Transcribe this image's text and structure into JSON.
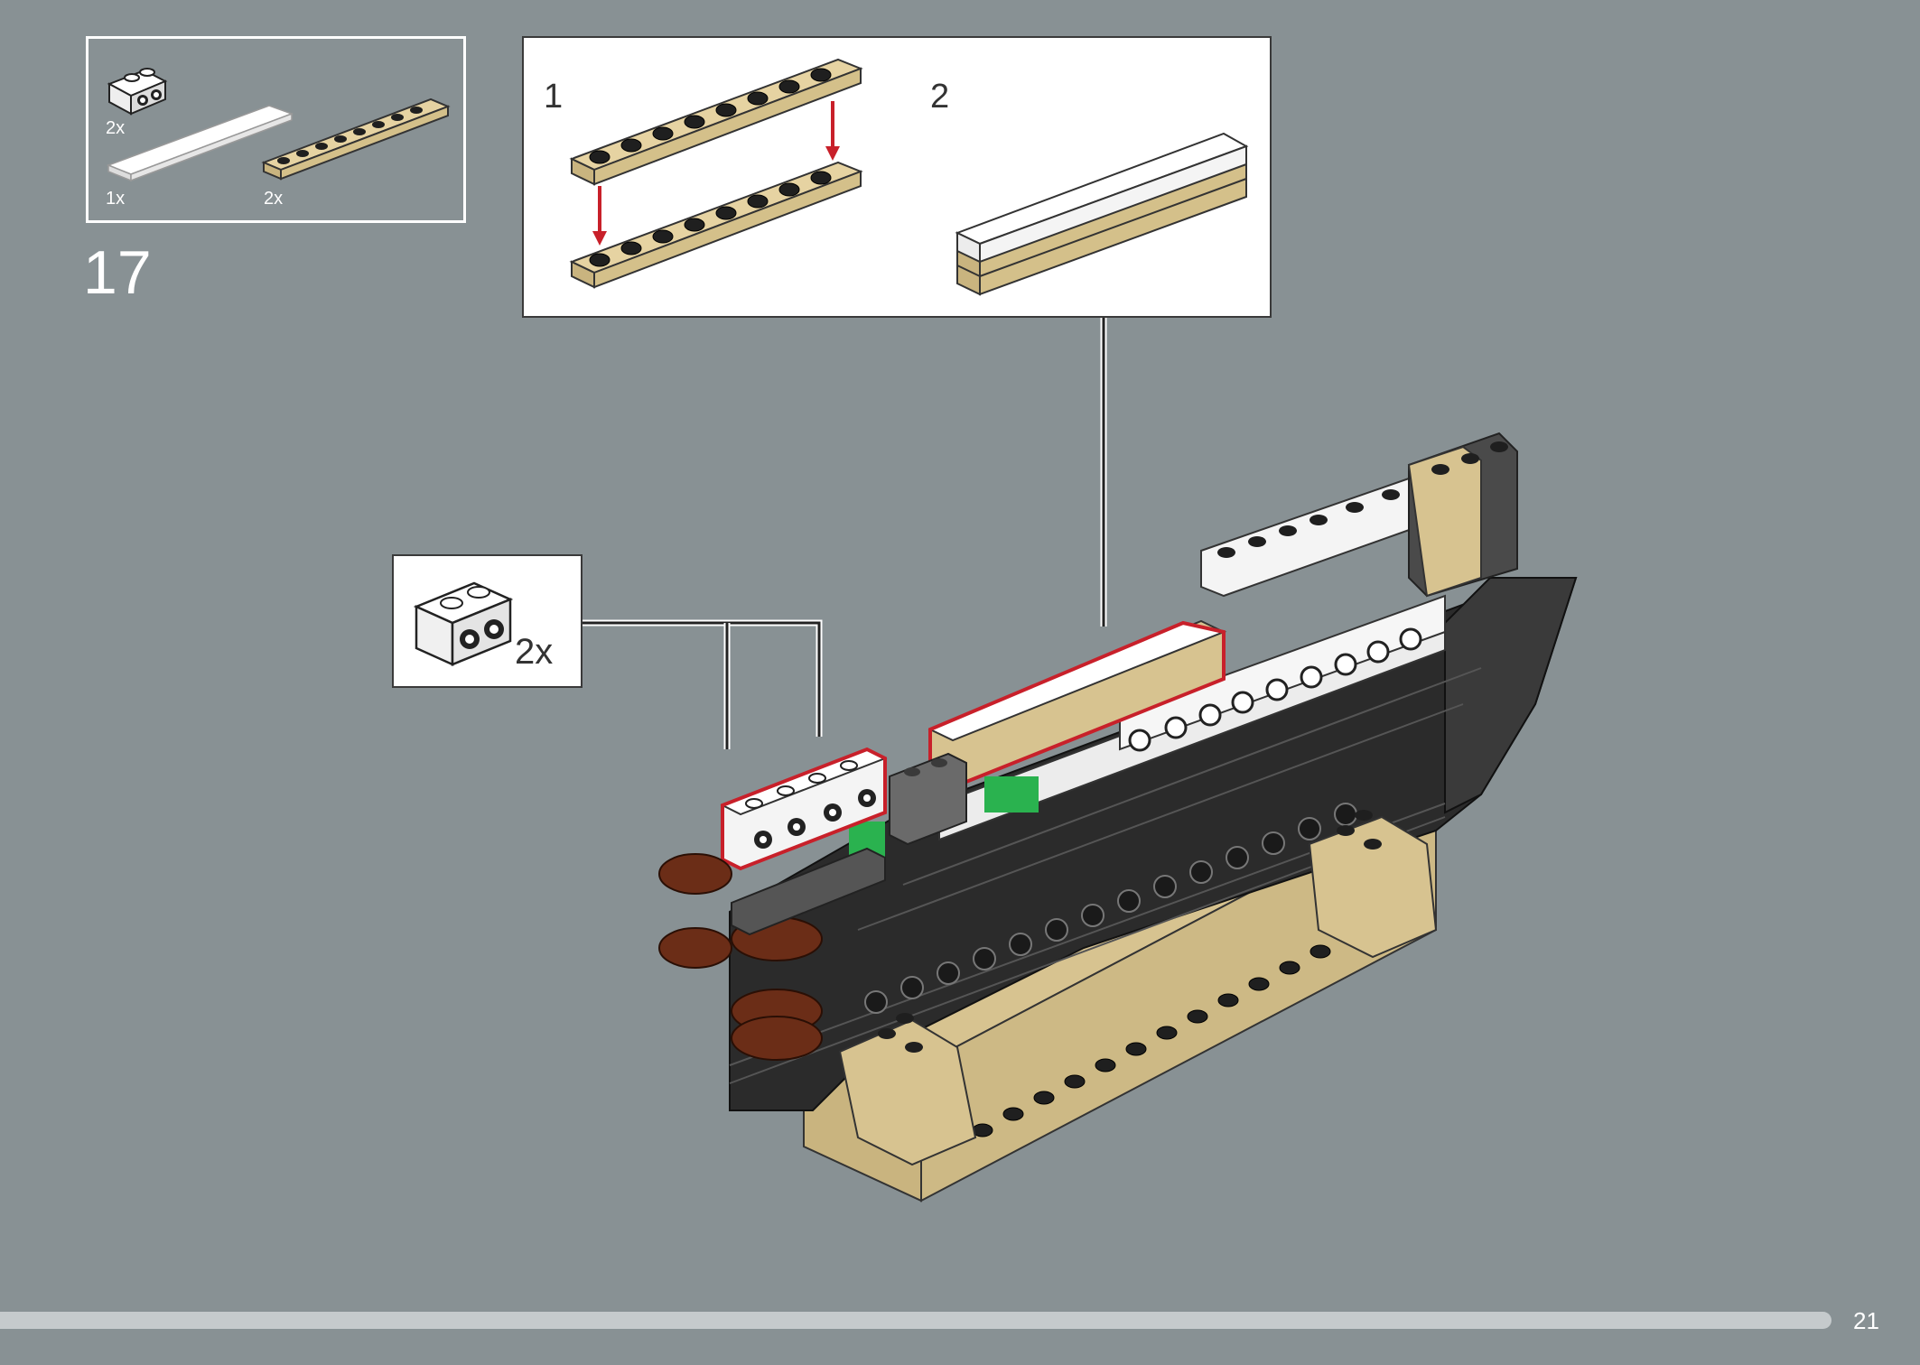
{
  "parts_list": {
    "items": [
      {
        "icon": "white-brick-1x2-studs-on-side-icon",
        "qty": "2x"
      },
      {
        "icon": "white-tile-1x8-icon",
        "qty": "1x"
      },
      {
        "icon": "tan-plate-1x8-icon",
        "qty": "2x"
      }
    ]
  },
  "step": {
    "number": "17"
  },
  "subassembly": {
    "steps": [
      {
        "label": "1"
      },
      {
        "label": "2"
      }
    ]
  },
  "callout": {
    "qty": "2x",
    "icon": "white-brick-1x2-studs-on-side-icon"
  },
  "main_model": {
    "icon": "ship-hull-model-icon"
  },
  "footer": {
    "page_number": "21"
  },
  "colors": {
    "background": "#889194",
    "tan": "#d7c390",
    "white_brick": "#f2f2f2",
    "black_brick": "#2b2b2b",
    "reddish_brown": "#6b2d17",
    "highlight_red": "#c8202a",
    "progress_track": "#c5cacc"
  }
}
